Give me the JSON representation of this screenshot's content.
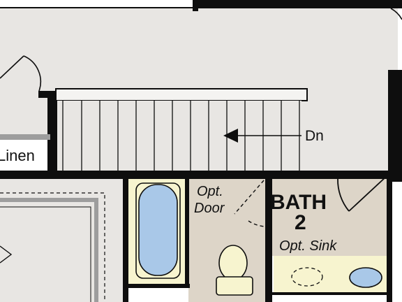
{
  "colors": {
    "wall": "#0e0e0e",
    "floor_hall": "#e8e6e3",
    "floor_bath": "#ddd5c8",
    "floor_tile": "#f7f4cf",
    "fixture_blue": "#a9c8e8",
    "stair_tread": "#f4f3f1",
    "closet_gray": "#9d9d9d"
  },
  "labels": {
    "stairs_direction": "Dn",
    "linen": "Linen",
    "opt_door_line1": "Opt.",
    "opt_door_line2": "Door",
    "bath_name": "BATH",
    "bath_number": "2",
    "opt_sink": "Opt. Sink"
  },
  "icons": {
    "stair_arrow": "arrow-left-icon",
    "door_swing": "door-swing-arc",
    "bathtub": "bathtub-icon",
    "toilet": "toilet-icon",
    "sink": "sink-icon"
  }
}
